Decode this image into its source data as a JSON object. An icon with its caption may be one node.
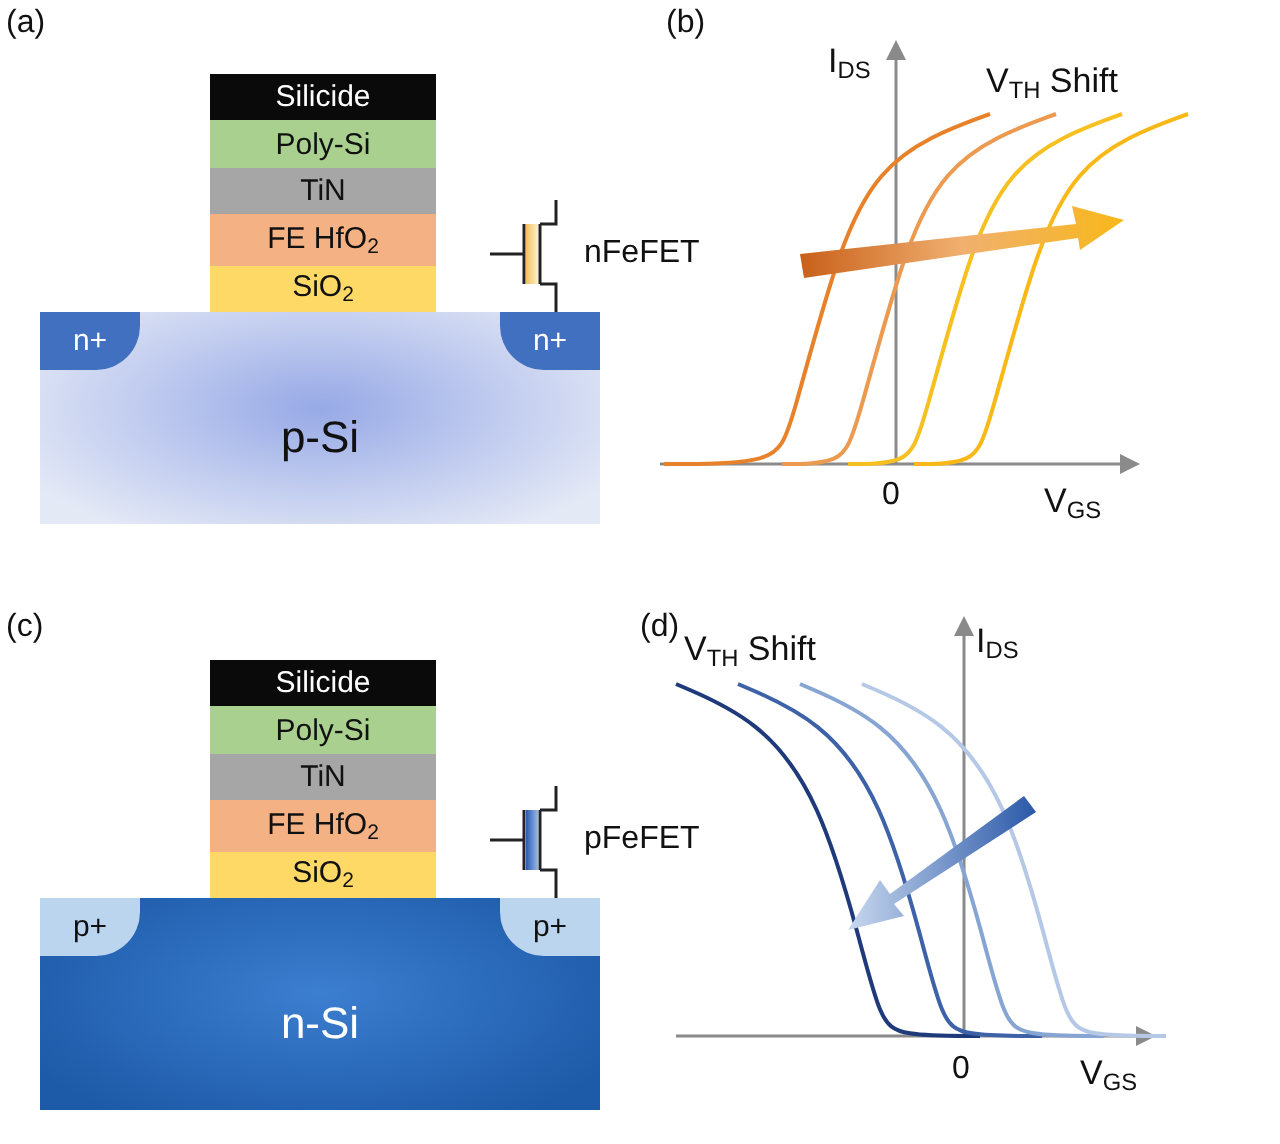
{
  "diagram": {
    "nodes": [
      {
        "text": [
          "Silicide"
        ]
      },
      {
        "text": [
          "Poly-Si"
        ]
      },
      {
        "text": [
          "TiN"
        ]
      },
      {
        "text": [
          "FE HfO$_{2}$"
        ]
      },
      {
        "text": [
          "SiO$_{2}$"
        ]
      },
      {
        "text": [
          "p-Si"
        ]
      },
      {
        "text": [
          "n+"
        ],
        "in": 5
      },
      {
        "text": [
          "n+"
        ],
        "in": 5
      },
      {
        "text": [
          "Silicide"
        ]
      },
      {
        "text": [
          "Poly-Si"
        ]
      },
      {
        "text": [
          "TiN"
        ]
      },
      {
        "text": [
          "FE HfO$_{2}$"
        ]
      },
      {
        "text": [
          "SiO$_{2}$"
        ]
      },
      {
        "text": [
          "n-Si"
        ]
      },
      {
        "text": [
          "p+"
        ],
        "in": 13
      },
      {
        "text": [
          "p+"
        ],
        "in": 13
      }
    ],
    "labels": [
      "(a)",
      "nFeFET",
      "(b)",
      "I$_{DS}$",
      "V$_{TH}$ Shift",
      "0",
      "V$_{GS}$",
      "(c)",
      "pFeFET",
      "(d)",
      "V$_{TH}$ Shift",
      "I$_{DS}$",
      "0",
      "V$_{GS}$"
    ]
  }
}
